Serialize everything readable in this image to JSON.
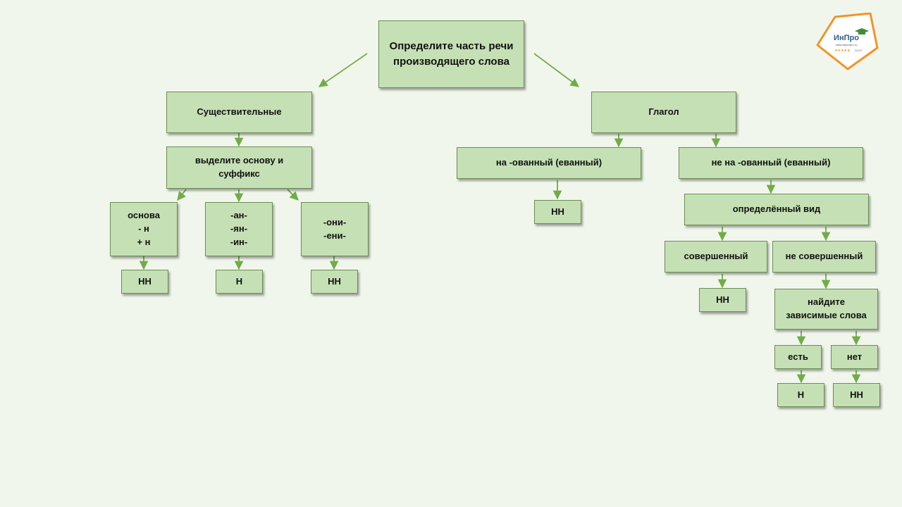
{
  "root": "Определите часть речи производящего слова",
  "noun": {
    "title": "Существительные",
    "step": "выделите основу и суффикс",
    "branches": [
      {
        "condition": "основа\n- н\n+ н",
        "result": "НН"
      },
      {
        "condition": "-ан-\n-ян-\n-ин-",
        "result": "Н"
      },
      {
        "condition": "-они-\n-ени-",
        "result": "НН"
      }
    ]
  },
  "verb": {
    "title": "Глагол",
    "ovanny": "на -ованный (еванный)",
    "ovanny_result": "НН",
    "not_ovanny": "не на -ованный (еванный)",
    "define_aspect": "определённый вид",
    "perfective": "совершенный",
    "perfective_result": "НН",
    "imperfective": "не совершенный",
    "find_dependents": "найдите зависимые слова",
    "yes": "есть",
    "no": "нет",
    "yes_result": "Н",
    "no_result": "НН"
  },
  "logo": {
    "name": "ИнПро",
    "url": "www.ekipinpro.ru",
    "tagline": "SINCE",
    "accent_color": "#f39323",
    "brand_color": "#2f5d8a"
  },
  "colors": {
    "box_fill": "#c5e0b4",
    "box_border": "#6b8f52",
    "arrow": "#70ad47",
    "background": "#f1f6ec"
  }
}
